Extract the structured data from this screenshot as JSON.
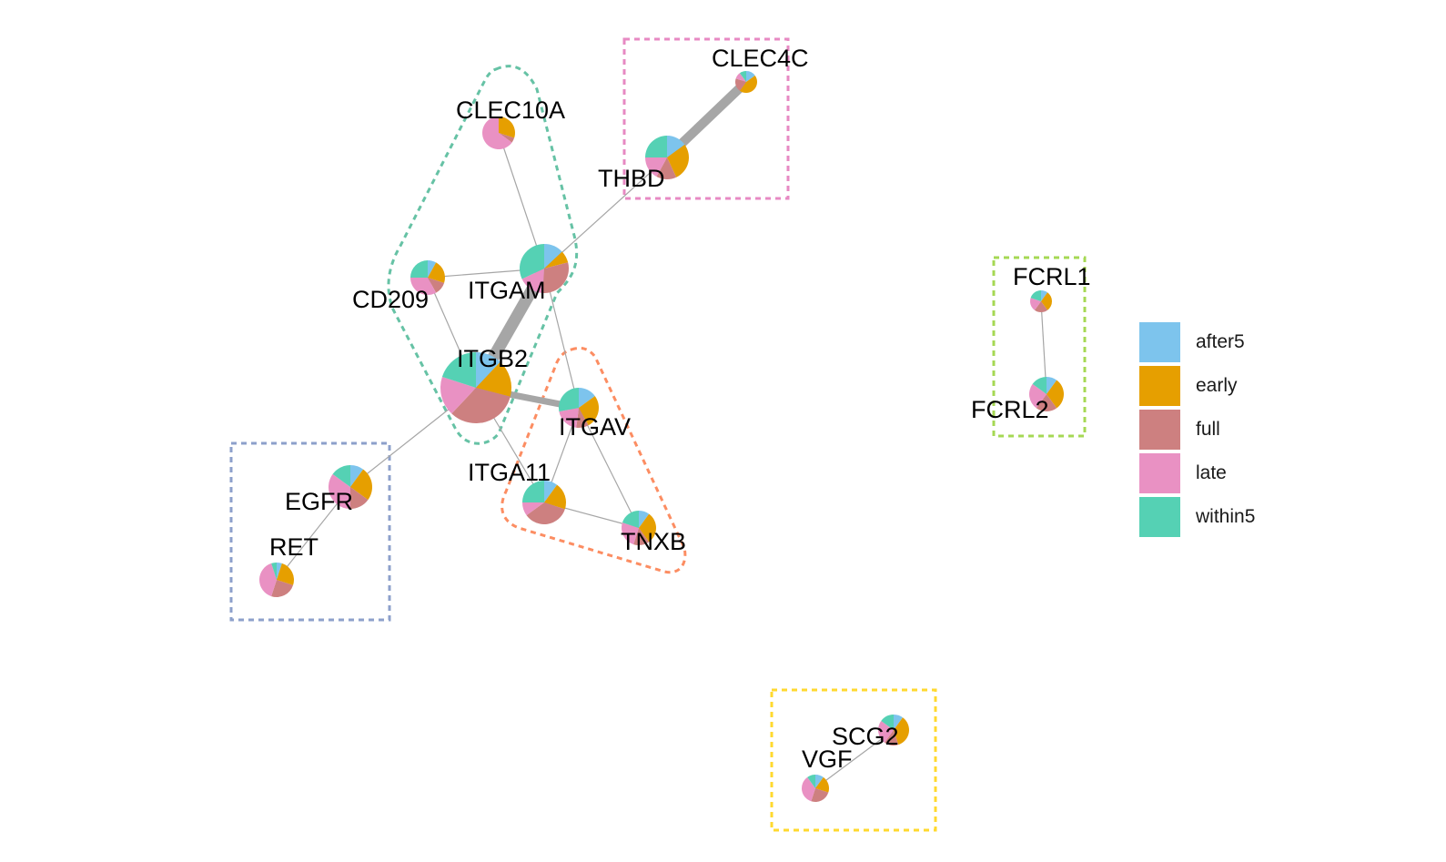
{
  "categories": [
    {
      "name": "after5",
      "color": "#7DC4ED"
    },
    {
      "name": "early",
      "color": "#E69F00"
    },
    {
      "name": "full",
      "color": "#CD8080"
    },
    {
      "name": "late",
      "color": "#E991C3"
    },
    {
      "name": "within5",
      "color": "#55D1B4"
    }
  ],
  "nodes": [
    {
      "id": "CLEC4C",
      "label": "CLEC4C",
      "fractions": [
        0.15,
        0.45,
        0.2,
        0.1,
        0.1
      ]
    },
    {
      "id": "THBD",
      "label": "THBD",
      "fractions": [
        0.15,
        0.28,
        0.15,
        0.17,
        0.25
      ]
    },
    {
      "id": "CLEC10A",
      "label": "CLEC10A",
      "fractions": [
        0.0,
        0.3,
        0.05,
        0.65,
        0.0
      ]
    },
    {
      "id": "ITGAM",
      "label": "ITGAM",
      "fractions": [
        0.13,
        0.08,
        0.3,
        0.17,
        0.32
      ]
    },
    {
      "id": "CD209",
      "label": "CD209",
      "fractions": [
        0.08,
        0.22,
        0.12,
        0.33,
        0.25
      ]
    },
    {
      "id": "ITGB2",
      "label": "ITGB2",
      "fractions": [
        0.12,
        0.17,
        0.33,
        0.18,
        0.2
      ]
    },
    {
      "id": "ITGAV",
      "label": "ITGAV",
      "fractions": [
        0.15,
        0.27,
        0.1,
        0.2,
        0.28
      ]
    },
    {
      "id": "ITGA11",
      "label": "ITGA11",
      "fractions": [
        0.1,
        0.2,
        0.35,
        0.1,
        0.25
      ]
    },
    {
      "id": "TNXB",
      "label": "TNXB",
      "fractions": [
        0.1,
        0.3,
        0.15,
        0.25,
        0.2
      ]
    },
    {
      "id": "EGFR",
      "label": "EGFR",
      "fractions": [
        0.1,
        0.25,
        0.15,
        0.35,
        0.15
      ]
    },
    {
      "id": "RET",
      "label": "RET",
      "fractions": [
        0.05,
        0.25,
        0.25,
        0.4,
        0.05
      ]
    },
    {
      "id": "FCRL1",
      "label": "FCRL1",
      "fractions": [
        0.1,
        0.3,
        0.2,
        0.2,
        0.2
      ]
    },
    {
      "id": "FCRL2",
      "label": "FCRL2",
      "fractions": [
        0.1,
        0.3,
        0.2,
        0.25,
        0.15
      ]
    },
    {
      "id": "SCG2",
      "label": "SCG2",
      "fractions": [
        0.1,
        0.35,
        0.15,
        0.25,
        0.15
      ]
    },
    {
      "id": "VGF",
      "label": "VGF",
      "fractions": [
        0.1,
        0.2,
        0.25,
        0.35,
        0.1
      ]
    }
  ],
  "edges": [
    {
      "source": "THBD",
      "target": "CLEC4C",
      "weight": 4
    },
    {
      "source": "ITGAM",
      "target": "THBD",
      "weight": 1
    },
    {
      "source": "CLEC10A",
      "target": "ITGAM",
      "weight": 1
    },
    {
      "source": "CD209",
      "target": "ITGAM",
      "weight": 1
    },
    {
      "source": "CD209",
      "target": "ITGB2",
      "weight": 1
    },
    {
      "source": "ITGAM",
      "target": "ITGB2",
      "weight": 5
    },
    {
      "source": "ITGAM",
      "target": "ITGAV",
      "weight": 1
    },
    {
      "source": "ITGB2",
      "target": "ITGAV",
      "weight": 3
    },
    {
      "source": "ITGB2",
      "target": "ITGA11",
      "weight": 1
    },
    {
      "source": "ITGB2",
      "target": "EGFR",
      "weight": 1
    },
    {
      "source": "ITGAV",
      "target": "ITGA11",
      "weight": 1
    },
    {
      "source": "ITGAV",
      "target": "TNXB",
      "weight": 1
    },
    {
      "source": "ITGA11",
      "target": "TNXB",
      "weight": 1
    },
    {
      "source": "EGFR",
      "target": "RET",
      "weight": 1
    },
    {
      "source": "FCRL1",
      "target": "FCRL2",
      "weight": 1
    },
    {
      "source": "SCG2",
      "target": "VGF",
      "weight": 1
    }
  ],
  "clusters": [
    {
      "id": "cluster-thbd",
      "color": "#E78AC3"
    },
    {
      "id": "cluster-itgam",
      "color": "#66C2A5"
    },
    {
      "id": "cluster-itgav",
      "color": "#FC8D62"
    },
    {
      "id": "cluster-egfr",
      "color": "#8DA0CB"
    },
    {
      "id": "cluster-fcrl",
      "color": "#A6D854"
    },
    {
      "id": "cluster-scg2",
      "color": "#FFD92F"
    }
  ],
  "edge_color": "#A6A6A6"
}
